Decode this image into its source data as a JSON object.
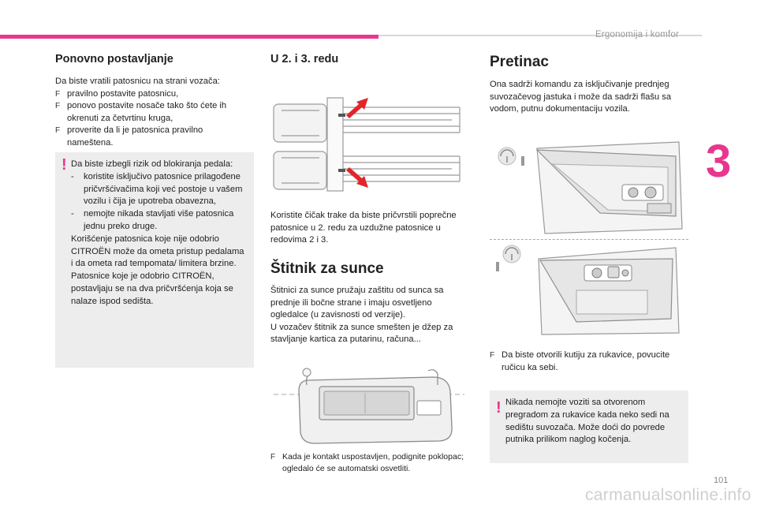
{
  "header": {
    "title": "Ergonomija i komfor",
    "chapter": "3",
    "page_number": "101"
  },
  "watermark": "carmanualsonline.info",
  "col1": {
    "title": "Ponovno postavljanje",
    "intro": "Da biste vratili patosnicu na strani vozača:",
    "bullet_symbol": "F",
    "bullets": [
      "pravilno postavite patosnicu,",
      "ponovo postavite nosače tako što ćete ih okrenuti za četvrtinu kruga,",
      "proverite da li je patosnica pravilno nameštena."
    ],
    "warning": {
      "mark": "!",
      "intro": "Da biste izbegli rizik od blokiranja pedala:",
      "dash": "-",
      "items": [
        "koristite isključivo patosnice prilagođene pričvršćivačima koji već postoje u vašem vozilu i čija je upotreba obavezna,",
        "nemojte nikada stavljati više patosnica jednu preko druge."
      ],
      "para1": "Korišćenje patosnica koje nije odobrio CITROËN može da ometa pristup pedalama i da ometa rad tempomata/ limitera brzine.",
      "para2": "Patosnice koje je odobrio CITROËN, postavljaju se na dva pričvršćenja koja se nalaze ispod sedišta."
    }
  },
  "col2": {
    "title": "U 2. i 3. redu",
    "text": "Koristite čičak trake da biste pričvrstili poprečne patosnice u 2. redu za uzdužne patosnice u redovima 2 i 3.",
    "sun_title": "Štitnik za sunce",
    "sun_p1": "Štitnici za sunce pružaju zaštitu od sunca sa prednje ili bočne strane i imaju osvetljeno ogledalce (u zavisnosti od verzije).",
    "sun_p2": "U vozačev štitnik za sunce smešten je džep za stavljanje kartica za putarinu, računa...",
    "bullet_symbol": "F",
    "sun_bullet": "Kada je kontakt uspostavljen, podignite poklopac; ogledalo će se automatski osvetliti."
  },
  "col3": {
    "title": "Pretinac",
    "text": "Ona sadrži komandu za isključivanje prednjeg suvozačevog jastuka i može da sadrži flašu sa vodom, putnu dokumentaciju vozila.",
    "bullet_symbol": "F",
    "bullet": "Da biste otvorili kutiju za rukavice, povucite ručicu ka sebi.",
    "warning": {
      "mark": "!",
      "text": "Nikada nemojte voziti sa otvorenom pregradom za rukavice kada neko sedi na sedištu suvozača. Može doći do povrede putnika prilikom naglog kočenja."
    }
  },
  "colors": {
    "accent": "#e8368f",
    "box_bg": "#ededed",
    "arrow_red": "#e0262b"
  }
}
